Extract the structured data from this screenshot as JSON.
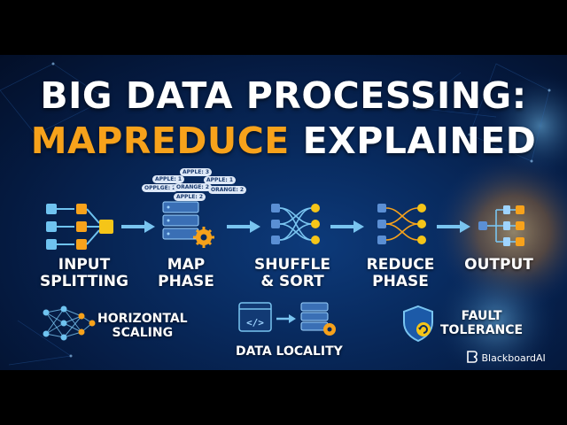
{
  "title": {
    "line1": "BIG DATA PROCESSING:",
    "line2_accent": "MAPREDUCE",
    "line2_rest": "EXPLAINED"
  },
  "stages": [
    {
      "line1": "INPUT",
      "line2": "SPLITTING"
    },
    {
      "line1": "MAP",
      "line2": "PHASE"
    },
    {
      "line1": "SHUFFLE",
      "line2": "& SORT"
    },
    {
      "line1": "REDUCE",
      "line2": "PHASE"
    },
    {
      "line1": "OUTPUT",
      "line2": ""
    }
  ],
  "map_bubbles": [
    "APPLE: 1",
    "APPLE: 1",
    "APPLE: 3",
    "OPPLGE: 2",
    "ORANGE: 2",
    "ORANGE: 2",
    "APPLE: 2"
  ],
  "features": {
    "horizontal": {
      "line1": "HORIZONTAL",
      "line2": "SCALING"
    },
    "locality": {
      "label": "DATA LOCALITY"
    },
    "fault": {
      "line1": "FAULT",
      "line2": "TOLERANCE"
    }
  },
  "brand": "BlackboardAI",
  "colors": {
    "accent": "#f7a21b",
    "node_blue": "#6fc3f0",
    "node_yellow": "#f5c518",
    "arrow": "#79c4f0",
    "server": "#3a6fb5"
  }
}
